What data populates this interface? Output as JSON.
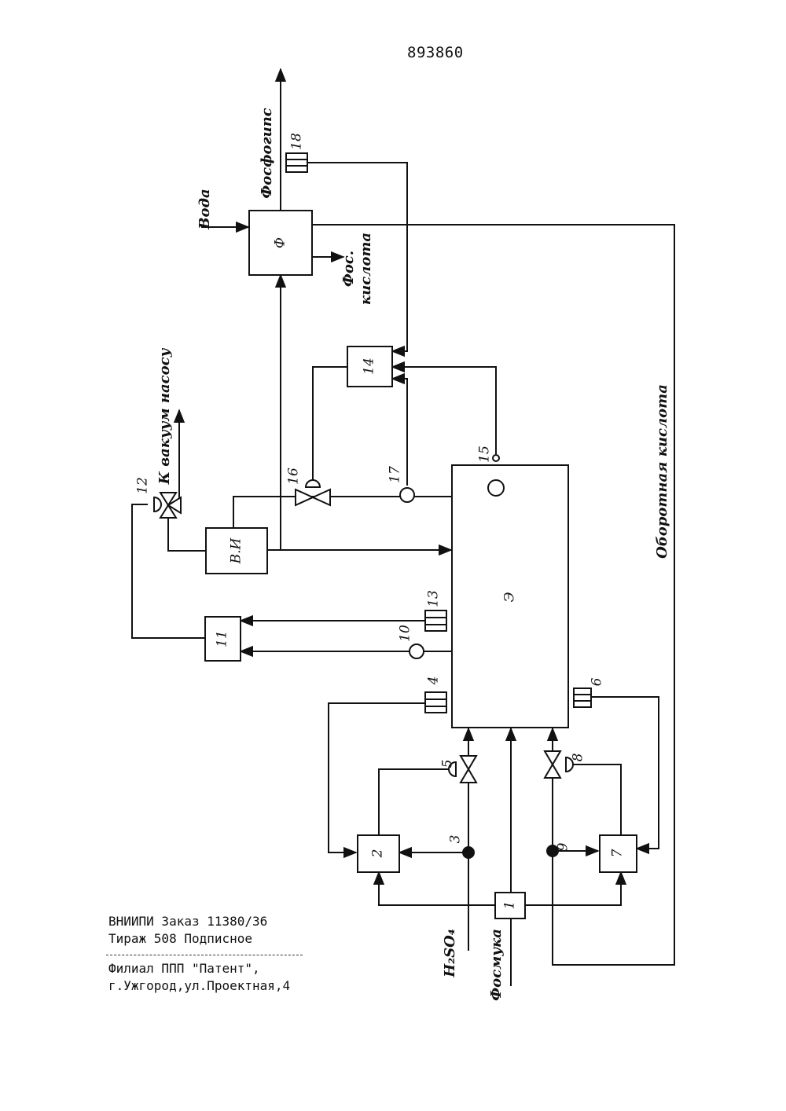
{
  "header": {
    "document_number": "893860"
  },
  "diagram": {
    "units": {
      "reactor": "Э",
      "filter": "Ф",
      "vacuum_evaporator": "В.И",
      "dispenser": "1",
      "regulator_2": "2",
      "flow_sensor_3": "3",
      "sensor_4": "4",
      "valve_5": "5",
      "sensor_6": "6",
      "regulator_7": "7",
      "valve_8": "8",
      "flow_sensor_9": "9",
      "sensor_10": "10",
      "regulator_11": "11",
      "valve_12": "12",
      "sensor_13": "13",
      "regulator_14": "14",
      "sensor_15": "15",
      "valve_16": "16",
      "pump_17": "17",
      "sensor_18": "18"
    },
    "streams": {
      "phosphogypsum": "Фосфогипс",
      "water": "Вода",
      "phosphoric_acid_line1": "Фос.",
      "phosphoric_acid_line2": "кислота",
      "to_vacuum_pump": "К вакуум насосу",
      "return_acid": "Оборотная кислота",
      "sulfuric_acid": "H₂SO₄",
      "phosphate_flour": "Фосмука"
    }
  },
  "footer": {
    "line1": "ВНИИПИ Заказ 11380/36",
    "line2": "Тираж 508 Подписное",
    "line3": "Филиал ППП \"Патент\",",
    "line4": "г.Ужгород,ул.Проектная,4"
  }
}
